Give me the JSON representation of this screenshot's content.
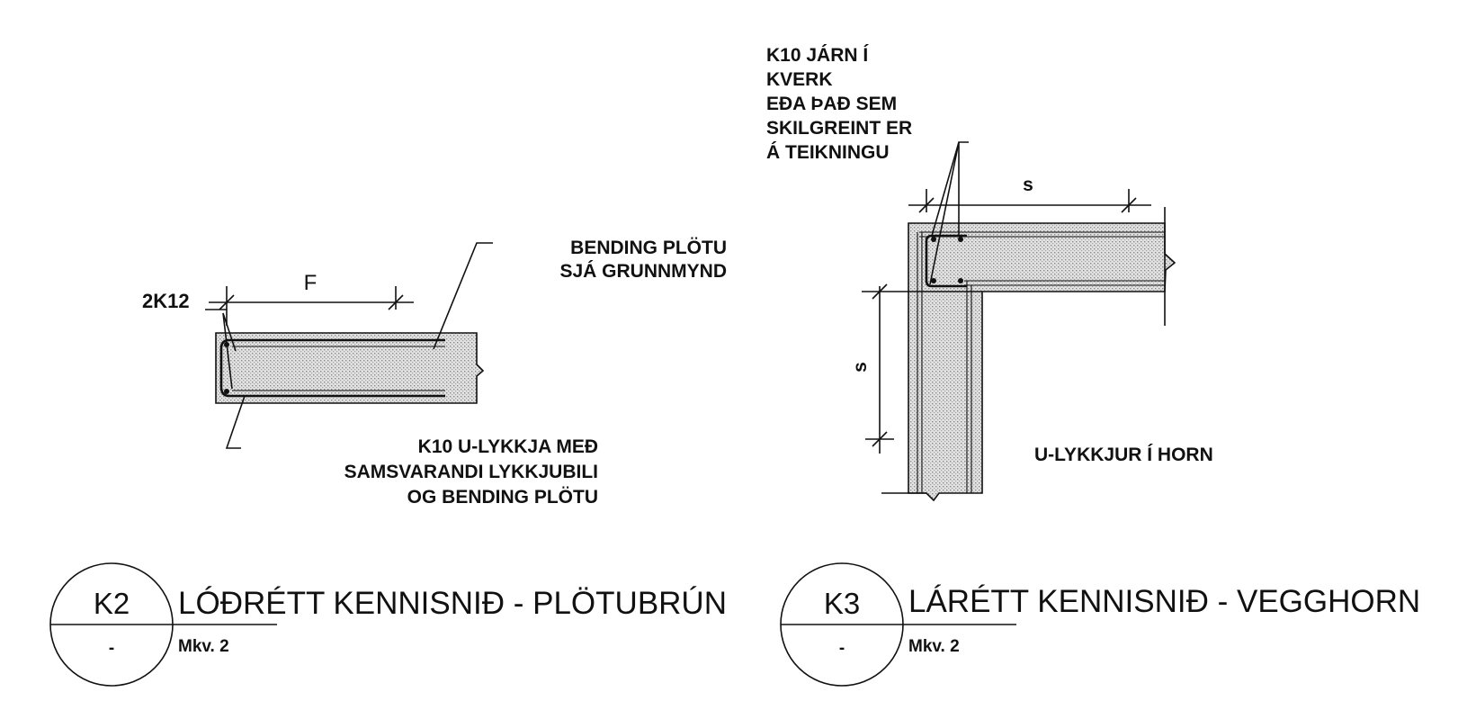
{
  "k2": {
    "bar_label": "2K12",
    "dim_label": "F",
    "bending_lines": [
      "BENDING PLÖTU",
      "SJÁ GRUNNMYND"
    ],
    "loop_lines": [
      "K10 U-LYKKJA MEÐ",
      "SAMSVARANDI LYKKJUBILI",
      "OG BENDING PLÖTU"
    ],
    "title_code": "K2",
    "title_sheet": "-",
    "title_text": "LÓÐRÉTT KENNISNIÐ - PLÖTUBRÚN",
    "title_ref": "Mkv. 2"
  },
  "k3": {
    "corner_bar_lines": [
      "K10 JÁRN Í",
      "KVERK",
      "EÐA ÞAÐ SEM",
      "SKILGREINT ER",
      "Á TEIKNINGU"
    ],
    "dim_top": "s",
    "dim_left": "s",
    "caption": "U-LYKKJUR Í HORN",
    "title_code": "K3",
    "title_sheet": "-",
    "title_text": "LÁRÉTT KENNISNIÐ - VEGGHORN",
    "title_ref": "Mkv. 2"
  },
  "colors": {
    "ink": "#111111",
    "concrete": "#d9d9d9"
  }
}
